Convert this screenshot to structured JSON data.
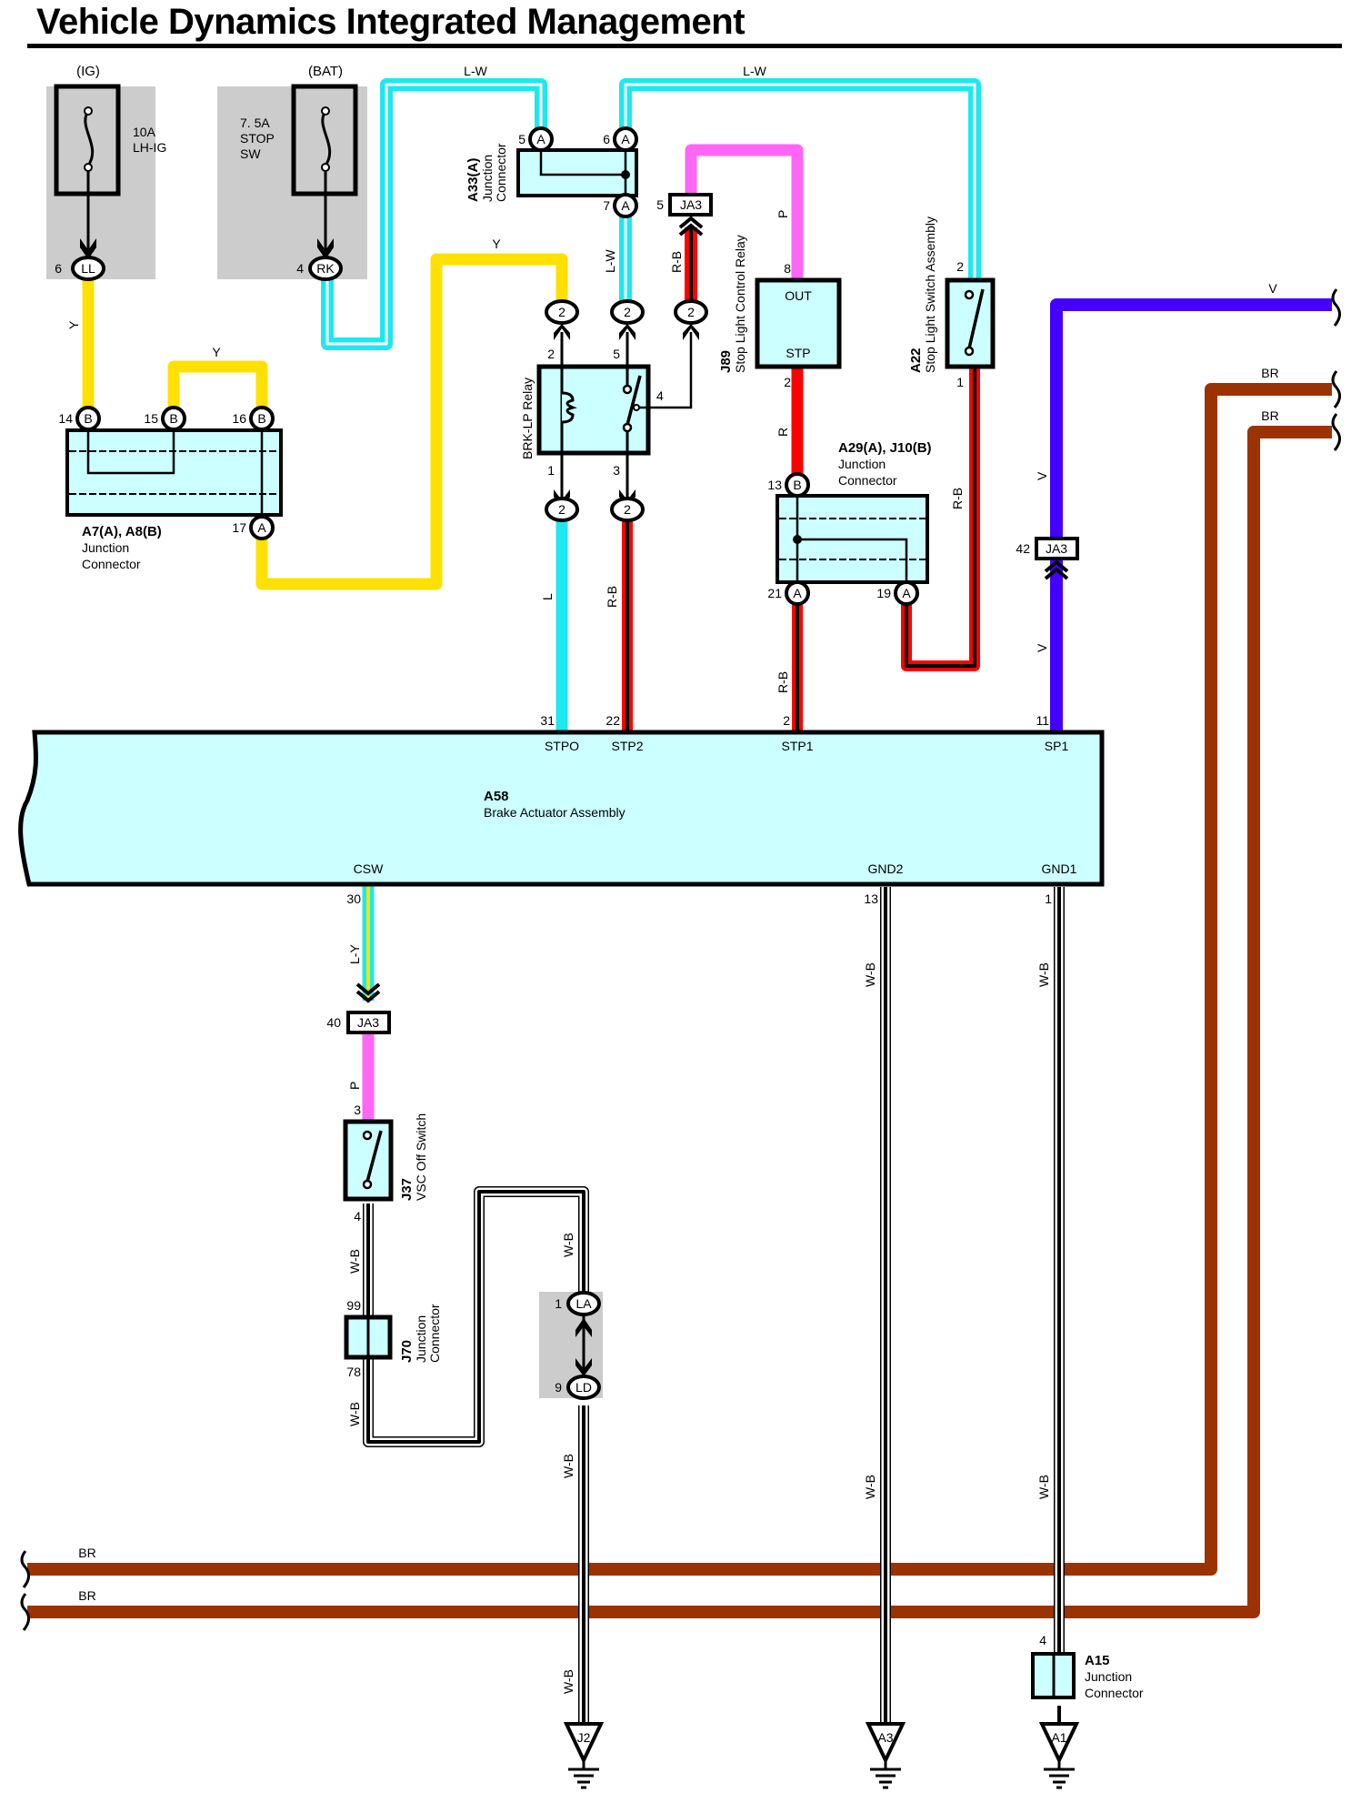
{
  "title": "Vehicle Dynamics Integrated Management",
  "colors": {
    "L": "#1de8f0",
    "Y": "#ffe000",
    "P": "#ff66f5",
    "R": "#ff0000",
    "V": "#4400ff",
    "BR": "#9b3300",
    "component_fill": "#ccffff",
    "fuse_box_fill": "#cccccc"
  },
  "fuses": [
    {
      "source": "(IG)",
      "rating": "10A",
      "name": "LH-IG",
      "pin": "6",
      "connector": "LL"
    },
    {
      "source": "(BAT)",
      "rating": "7. 5A",
      "name": "STOP",
      "name2": "SW",
      "pin": "4",
      "connector": "RK"
    }
  ],
  "wires": {
    "lw_top_left": "L-W",
    "lw_top_right": "L-W",
    "y_left": "Y",
    "y_bridge": "Y",
    "y_top": "Y",
    "lw_vertical": "L-W",
    "rb_ja3": "R-B",
    "p_j89": "P",
    "r_j89": "R",
    "rb_a22": "R-B",
    "l_stpo": "L",
    "rb_stp2": "R-B",
    "rb_stp1": "R-B",
    "v_top": "V",
    "v_mid1": "V",
    "v_mid2": "V",
    "br1": "BR",
    "br2": "BR",
    "br3": "BR",
    "br4": "BR",
    "ly_csw": "L-Y",
    "p_j37": "P",
    "wb_j37": "W-B",
    "wb_j70": "W-B",
    "wb_la": "W-B",
    "wb_ld": "W-B",
    "wb_gnd2_top": "W-B",
    "wb_gnd2_bot": "W-B",
    "wb_gnd1_top": "W-B",
    "wb_gnd1_bot": "W-B",
    "wb_j2": "W-B"
  },
  "a7a8": {
    "title": "A7(A), A8(B)",
    "desc1": "Junction",
    "desc2": "Connector",
    "pins": [
      {
        "num": "14",
        "tag": "B"
      },
      {
        "num": "15",
        "tag": "B"
      },
      {
        "num": "16",
        "tag": "B"
      },
      {
        "num": "17",
        "tag": "A"
      }
    ]
  },
  "a33": {
    "title": "A33(A)",
    "desc1": "Junction",
    "desc2": "Connector",
    "pins": [
      {
        "num": "5",
        "tag": "A"
      },
      {
        "num": "6",
        "tag": "A"
      },
      {
        "num": "7",
        "tag": "A"
      }
    ]
  },
  "ja3_top": {
    "pin": "5",
    "tag": "JA3"
  },
  "relay_conn": {
    "tag": "2"
  },
  "brk_relay": {
    "name": "BRK-LP Relay",
    "pins": [
      "2",
      "5",
      "4",
      "1",
      "3"
    ]
  },
  "j89": {
    "id": "J89",
    "name": "Stop Light Control Relay",
    "out": "OUT",
    "stp": "STP",
    "pin_top": "8",
    "pin_bottom": "2"
  },
  "a22": {
    "id": "A22",
    "name": "Stop Light Switch Assembly",
    "pin_top": "2",
    "pin_bottom": "1"
  },
  "a29j10": {
    "title": "A29(A), J10(B)",
    "desc1": "Junction",
    "desc2": "Connector",
    "pins": [
      {
        "num": "13",
        "tag": "B"
      },
      {
        "num": "21",
        "tag": "A"
      },
      {
        "num": "19",
        "tag": "A"
      }
    ]
  },
  "ja3_right": {
    "pin": "42",
    "tag": "JA3"
  },
  "a58": {
    "id": "A58",
    "name": "Brake Actuator Assembly",
    "top_pins": [
      {
        "num": "31",
        "name": "STPO"
      },
      {
        "num": "22",
        "name": "STP2"
      },
      {
        "num": "2",
        "name": "STP1"
      },
      {
        "num": "11",
        "name": "SP1"
      }
    ],
    "bottom_pins": [
      {
        "num": "30",
        "name": "CSW"
      },
      {
        "num": "13",
        "name": "GND2"
      },
      {
        "num": "1",
        "name": "GND1"
      }
    ]
  },
  "ja3_bottom": {
    "pin": "40",
    "tag": "JA3"
  },
  "j37": {
    "id": "J37",
    "name": "VSC Off Switch",
    "pin_top": "3",
    "pin_bottom": "4"
  },
  "j70": {
    "id": "J70",
    "desc1": "Junction",
    "desc2": "Connector",
    "pin_top": "99",
    "pin_bottom": "78"
  },
  "la_ld": {
    "pin1": "1",
    "tag1": "LA",
    "pin2": "9",
    "tag2": "LD"
  },
  "a15": {
    "id": "A15",
    "desc1": "Junction",
    "desc2": "Connector",
    "pin": "4"
  },
  "grounds": [
    "J2",
    "A3",
    "A1"
  ]
}
